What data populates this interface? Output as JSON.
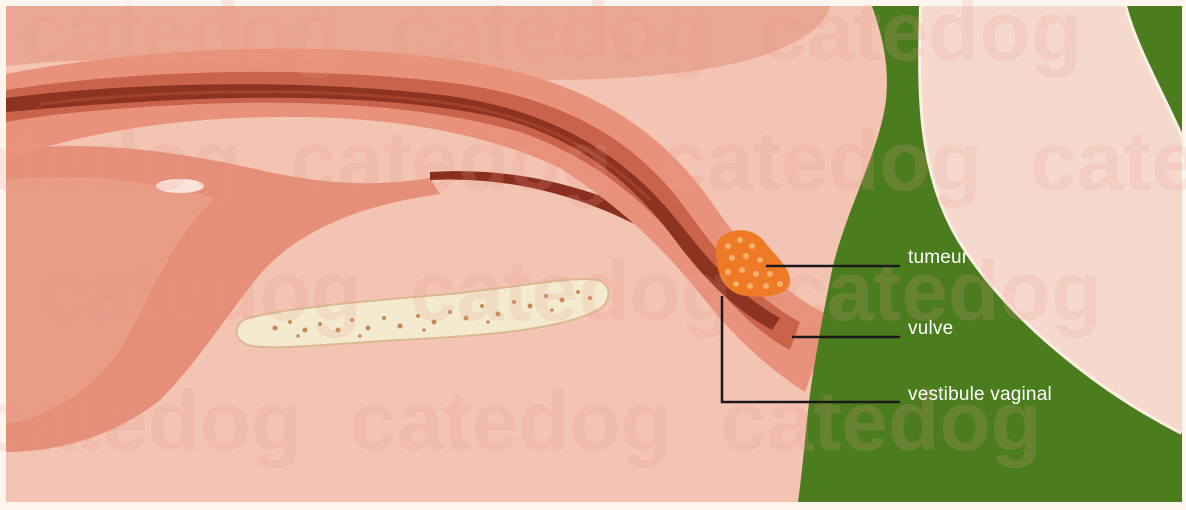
{
  "labels": {
    "tumeur": "tumeur",
    "vulve": "vulve",
    "vestibule_vaginal": "vestibule vaginal"
  },
  "watermark": "catedog",
  "colors": {
    "background_pink": "#f4c4b4",
    "tissue": "#e99b86",
    "tissue_dark": "#b5503a",
    "lumen": "#8a2f1f",
    "bone": "#f5ecd2",
    "tumor": "#f07a28",
    "fur_green": "#4a7c1f",
    "pointer_lines": "#1a1a1a",
    "label_text": "#ffffff"
  }
}
